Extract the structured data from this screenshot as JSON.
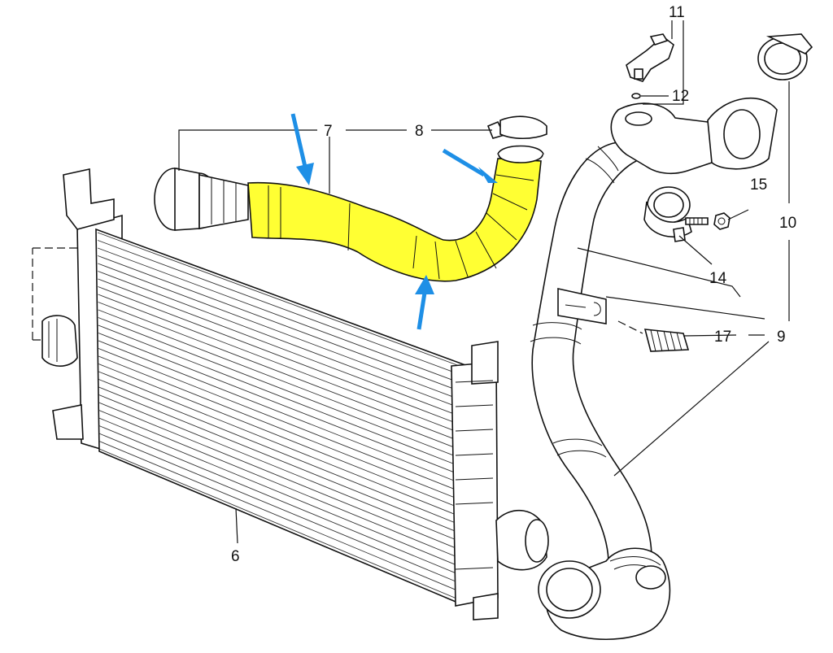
{
  "diagram": {
    "callouts": {
      "c6": "6",
      "c7": "7",
      "c8": "8",
      "c9": "9",
      "c10": "10",
      "c11": "11",
      "c12": "12",
      "c14": "14",
      "c15": "15",
      "c17": "17"
    },
    "colors": {
      "highlight": "#ffff33",
      "arrow": "#1e8fe6",
      "line": "#111111"
    }
  }
}
